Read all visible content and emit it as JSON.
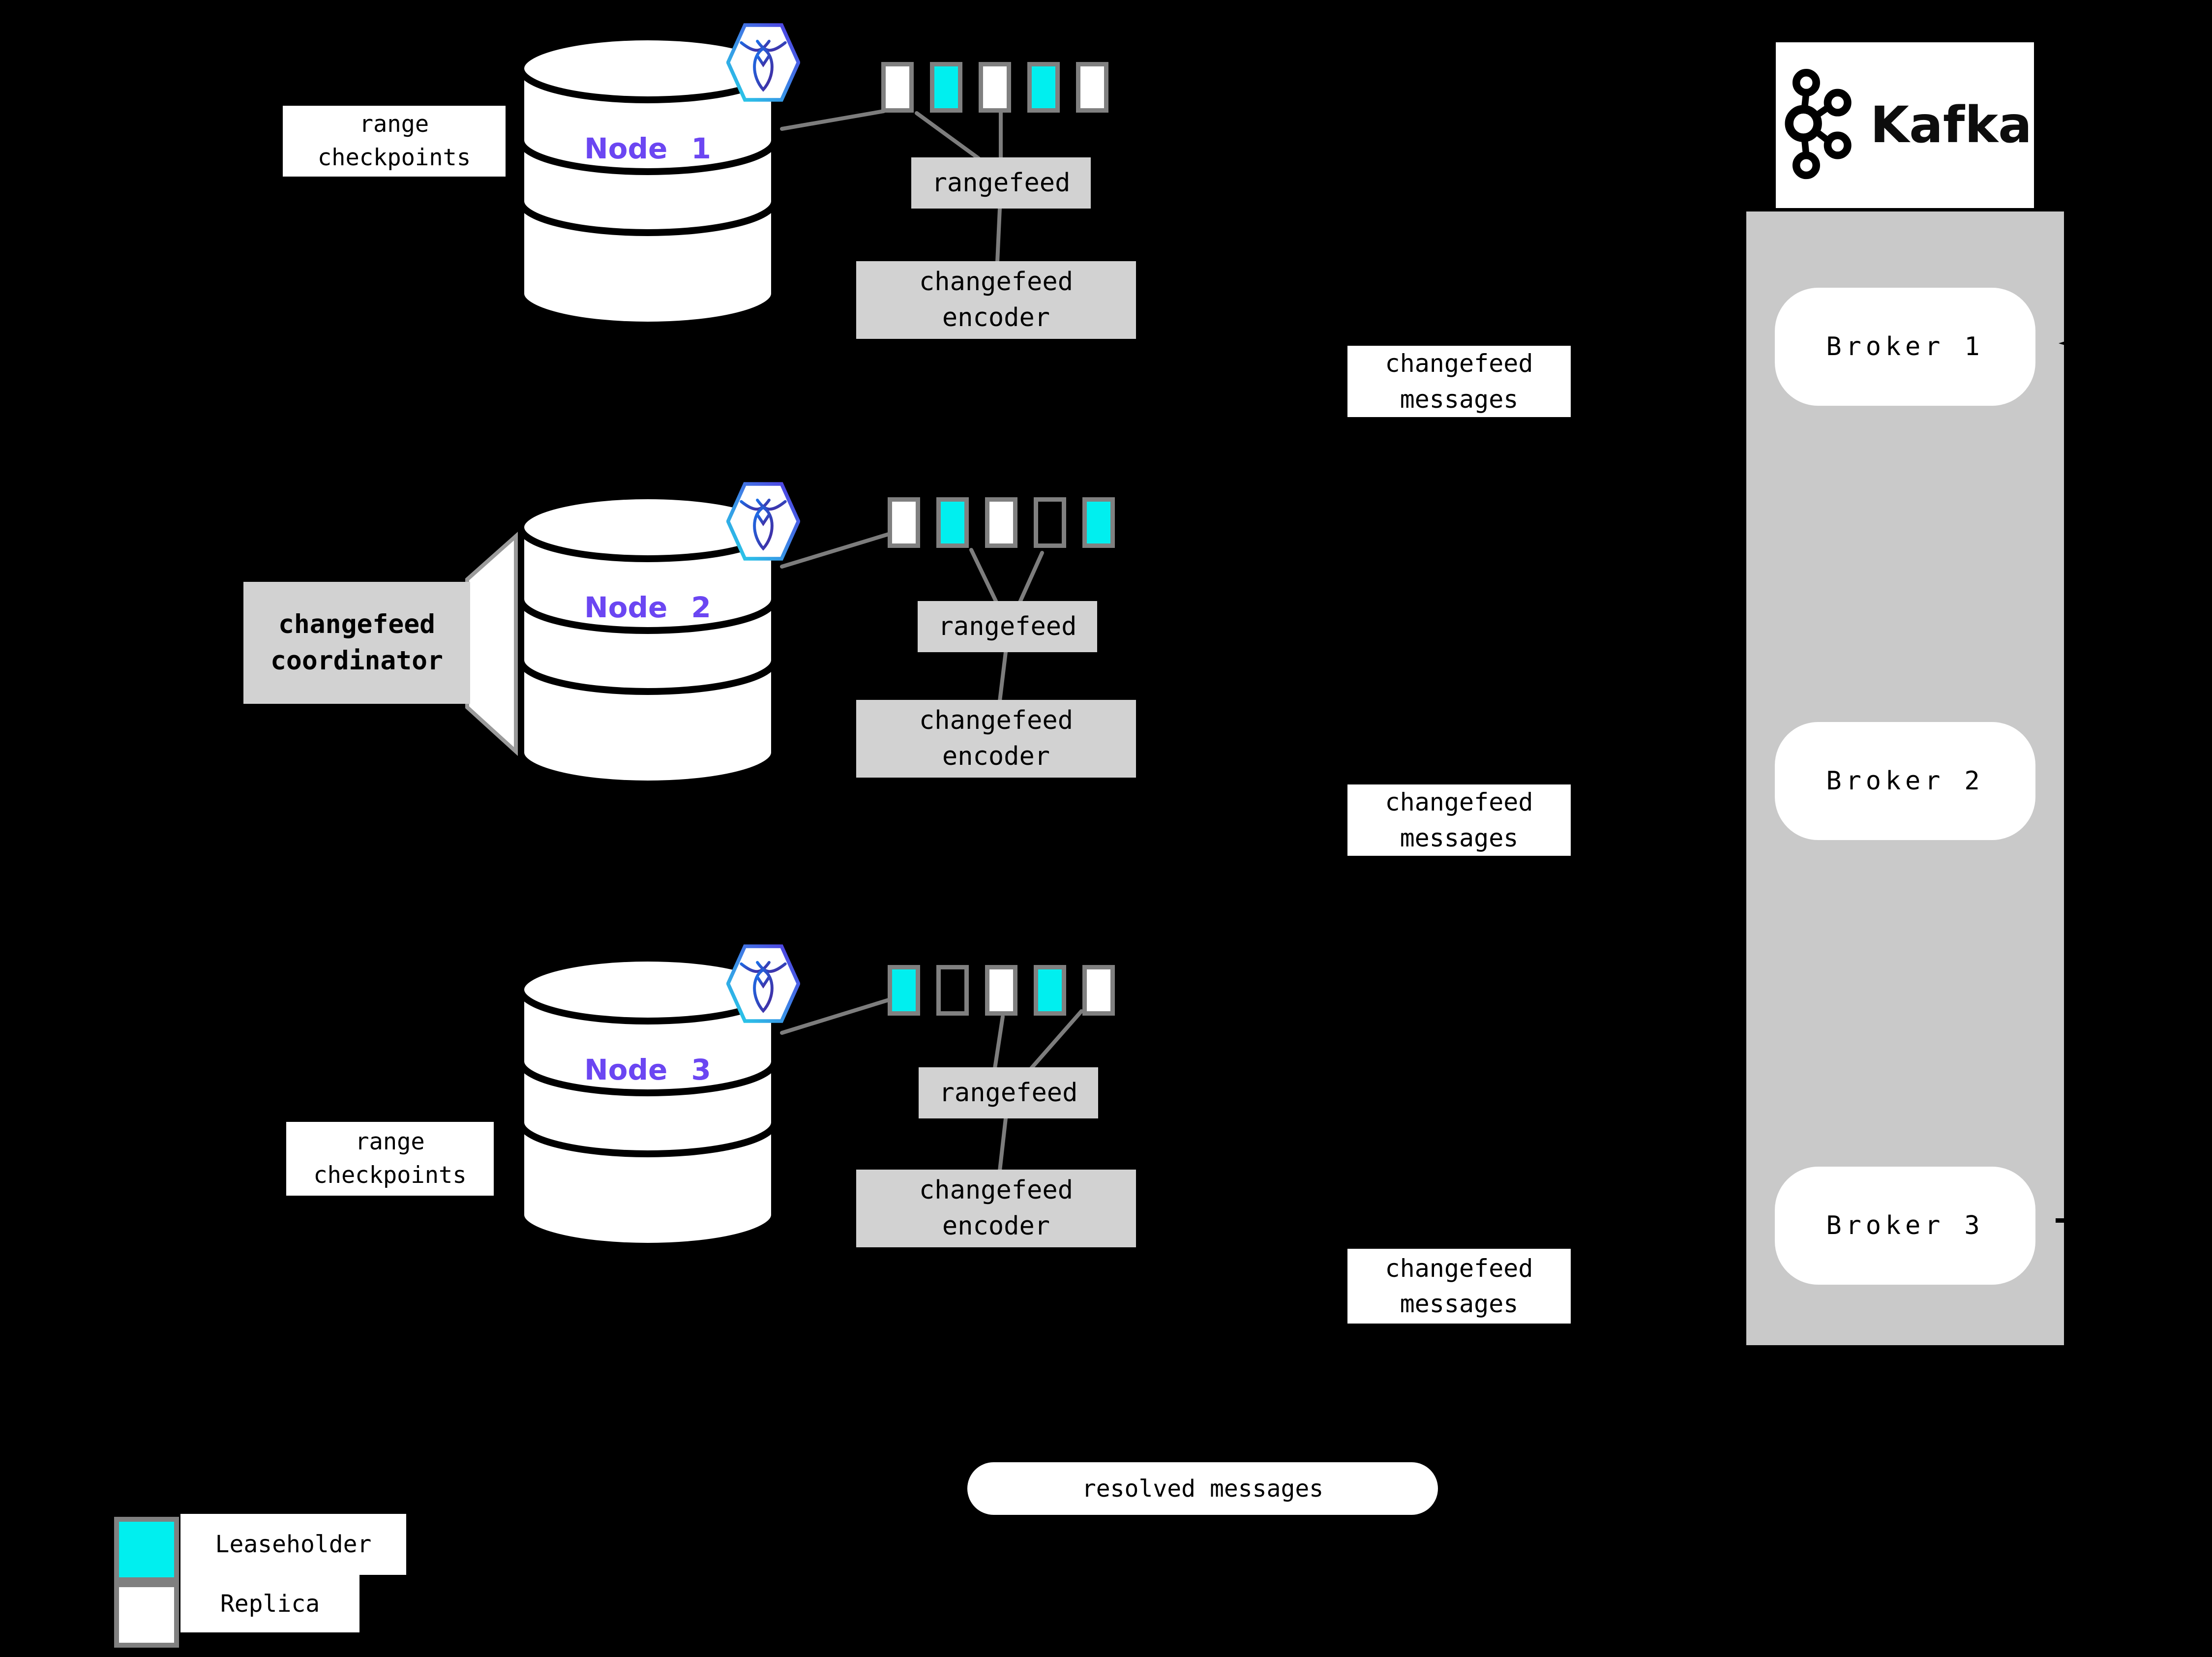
{
  "colors": {
    "background": "#000000",
    "node_label_purple": "#6b46f2",
    "leaseholder_cyan": "#00efef",
    "replica_white": "#ffffff",
    "process_box_gray": "#d2d2d2",
    "kafka_container_gray": "#c9c9c9",
    "range_border_gray": "#808080"
  },
  "nodes": [
    {
      "label": "Node 1",
      "checkpoint_label": "range\ncheckpoints",
      "rangefeed_label": "rangefeed",
      "encoder_label": "changefeed\nencoder",
      "messages_label": "changefeed\nmessages",
      "ranges": [
        "replica",
        "leaseholder",
        "replica",
        "leaseholder",
        "replica"
      ]
    },
    {
      "label": "Node 2",
      "coordinator_label": "changefeed\ncoordinator",
      "rangefeed_label": "rangefeed",
      "encoder_label": "changefeed\nencoder",
      "messages_label": "changefeed\nmessages",
      "ranges": [
        "replica",
        "leaseholder",
        "replica",
        "empty",
        "leaseholder"
      ]
    },
    {
      "label": "Node 3",
      "checkpoint_label": "range\ncheckpoints",
      "rangefeed_label": "rangefeed",
      "encoder_label": "changefeed\nencoder",
      "messages_label": "changefeed\nmessages",
      "ranges": [
        "leaseholder",
        "empty",
        "replica",
        "leaseholder",
        "replica"
      ]
    }
  ],
  "kafka": {
    "logo_text": "Kafka",
    "brokers": [
      {
        "label": "Broker 1"
      },
      {
        "label": "Broker 2"
      },
      {
        "label": "Broker 3"
      }
    ]
  },
  "resolved_messages_label": "resolved messages",
  "legend": {
    "items": [
      {
        "state": "leaseholder",
        "label": "Leaseholder"
      },
      {
        "state": "replica",
        "label": "Replica"
      }
    ]
  }
}
